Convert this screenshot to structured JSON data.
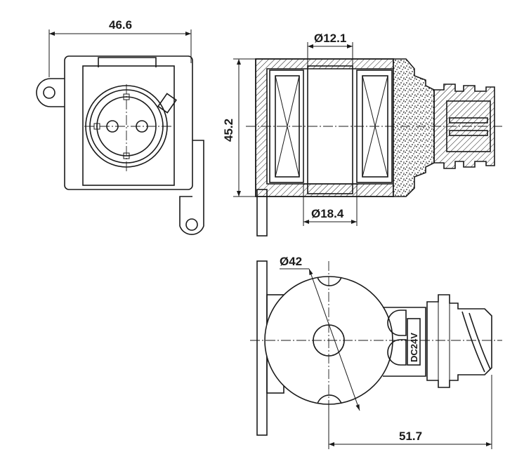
{
  "drawing": {
    "dimensions": {
      "front_width": "46.6",
      "section_height": "45.2",
      "bore_diameter": "Ø12.1",
      "coil_diameter": "Ø18.4",
      "body_diameter": "Ø42",
      "overall_length": "51.7"
    },
    "voltage_stamp": "DC24V"
  }
}
